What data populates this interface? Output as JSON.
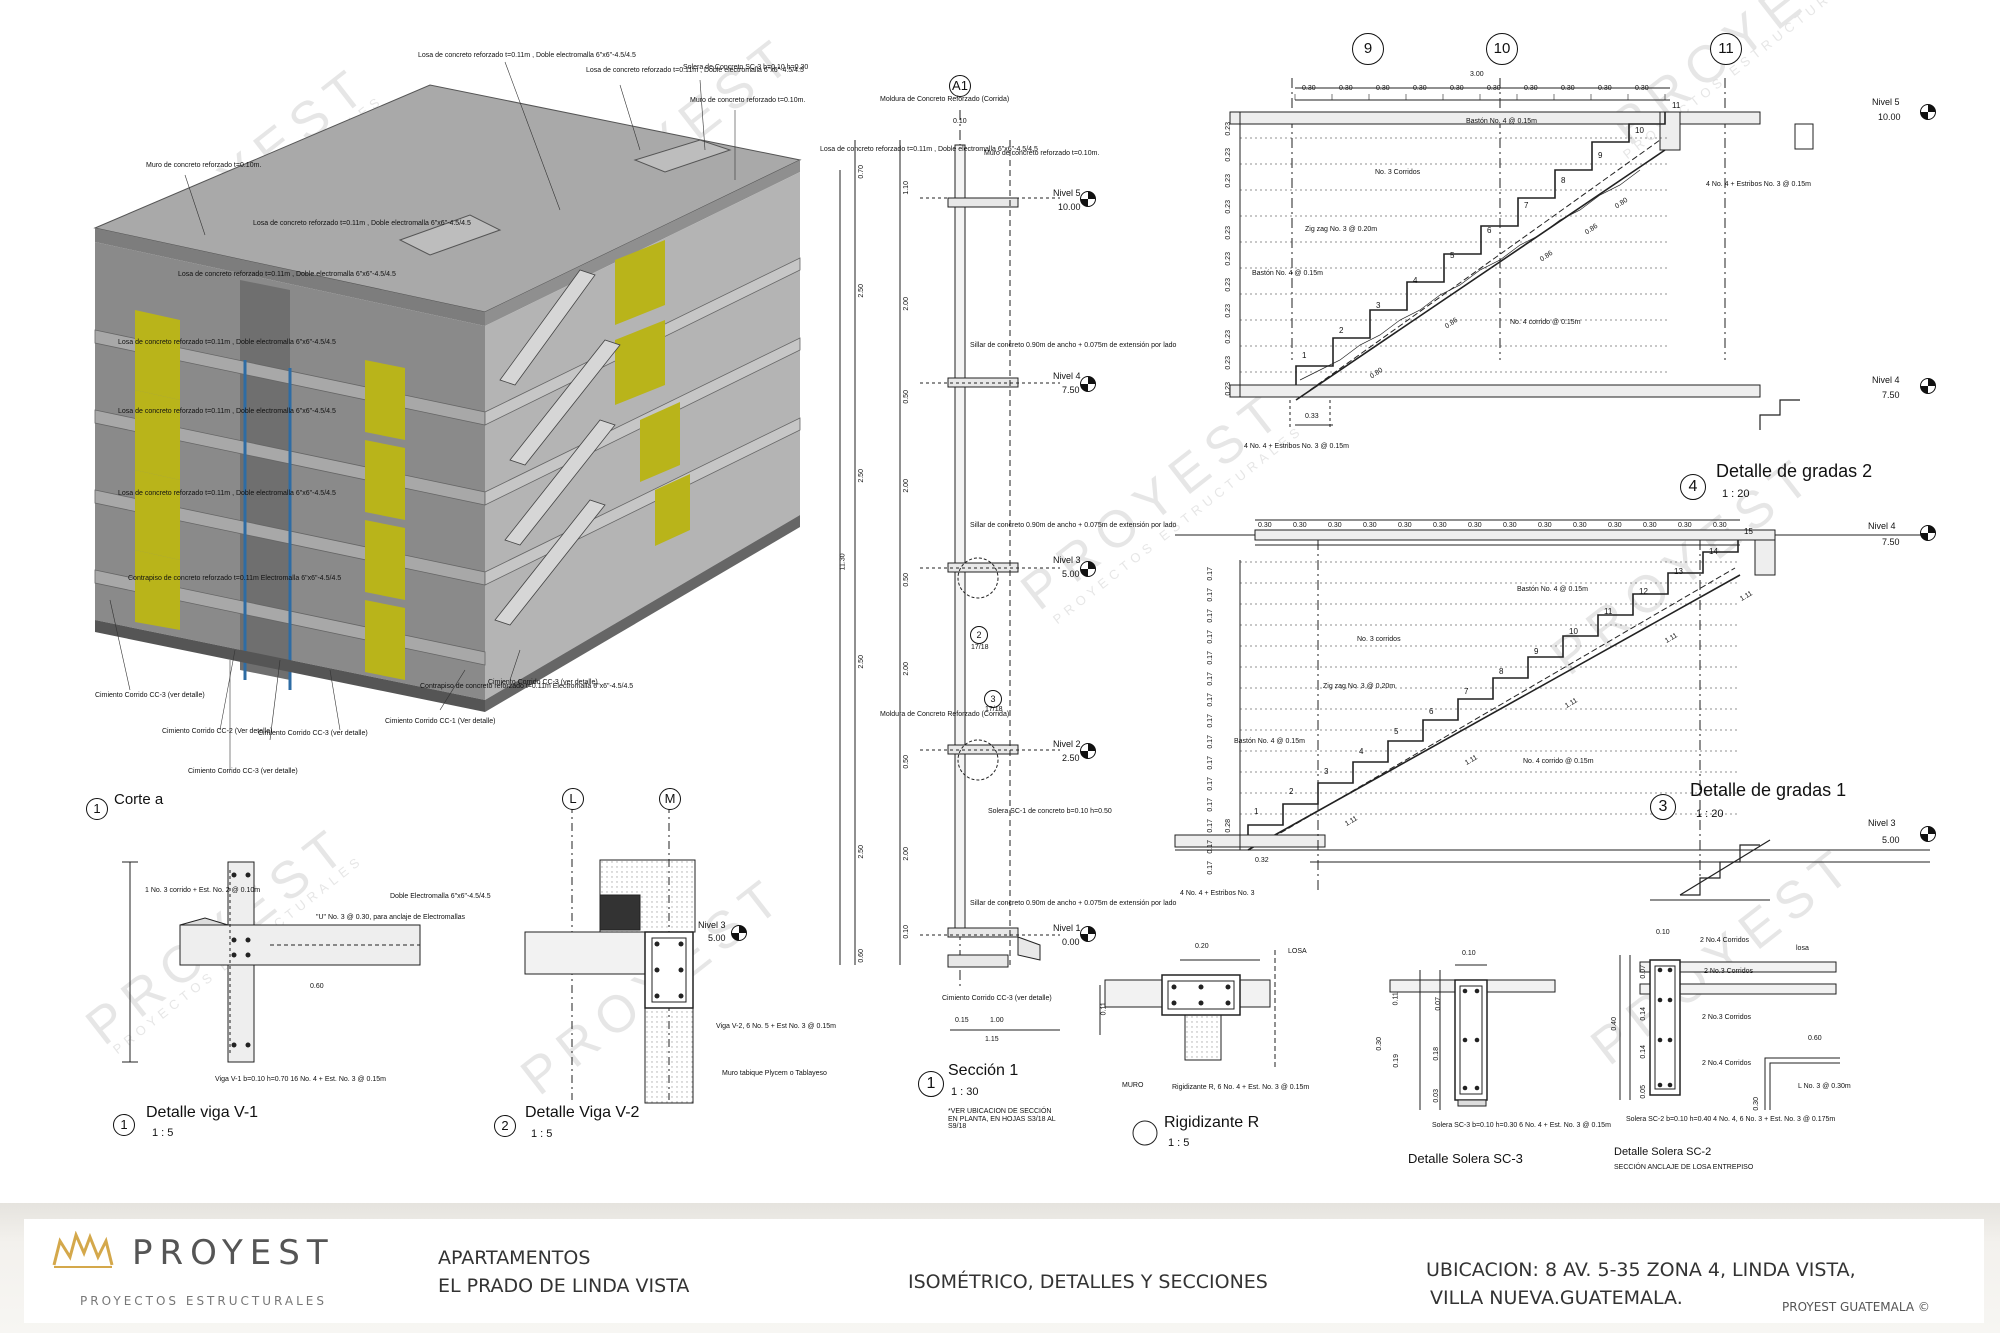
{
  "watermark": {
    "brand": "PROYEST",
    "tagline": "PROYECTOS ESTRUCTURALES"
  },
  "colors": {
    "wall_accent": "#b9b41a",
    "concrete": "#9b9b9b",
    "logo_gold": "#d4a84b",
    "footer_bg": "#ecebe7"
  },
  "isometric": {
    "labels": [
      "Losa de concreto reforzado t=0.11m , Doble electromalla 6\"x6\"-4.5/4.5",
      "Losa de concreto reforzado t=0.11m , Doble electromalla 6\"x6\"-4.5/4.5",
      "Solera de Concreto SC-3 b=0.10 h=0.30",
      "Muro de concreto reforzado t=0.10m.",
      "Muro de concreto reforzado t=0.10m.",
      "Losa de concreto reforzado t=0.11m , Doble electromalla 6\"x6\"-4.5/4.5",
      "Losa de concreto reforzado t=0.11m , Doble electromalla 6\"x6\"-4.5/4.5",
      "Losa de concreto reforzado t=0.11m , Doble electromalla 6\"x6\"-4.5/4.5",
      "Losa de concreto reforzado t=0.11m , Doble electromalla 6\"x6\"-4.5/4.5",
      "Losa de concreto reforzado t=0.11m , Doble electromalla 6\"x6\"-4.5/4.5",
      "Losa de concreto reforzado t=0.11m , Doble electromalla 6\"x6\"-4.5/4.5",
      "Contrapiso de concreto reforzado t=0.11m Electromalla 6\"x6\"-4.5/4.5",
      "Cimiento Corrido CC-3 (ver detalle)",
      "Cimiento Corrido CC-2 (Ver detalle)",
      "Cimiento Corrido CC-3 (ver detalle)",
      "Cimiento Corrido CC-3 (ver detalle)",
      "Contrapiso de concreto reforzado t=0.11m Electromalla 6\"x6\"-4.5/4.5",
      "Cimiento Corrido CC-1 (Ver detalle)",
      "Cimiento Corrido CC-3 (ver detalle)"
    ]
  },
  "corte_a": {
    "num": "1",
    "title": "Corte a"
  },
  "viga_v1": {
    "num": "1",
    "title": "Detalle viga V-1",
    "scale": "1 : 5",
    "notes": [
      "1 No. 3 corrido + Est. No. 2 @ 0.10m",
      "\"U\" No. 3 @ 0.30, para anclaje de Electromallas",
      "Doble Electromalla 6\"x6\"-4.5/4.5",
      "0.60",
      "Viga V-1 b=0.10 h=0.70 16 No. 4 + Est. No. 3 @ 0.15m"
    ]
  },
  "viga_v2": {
    "num": "2",
    "title": "Detalle Viga V-2",
    "scale": "1 : 5",
    "grid": [
      "L",
      "M"
    ],
    "nivel": "Nivel 3",
    "nivel_val": "5.00",
    "notes": [
      "Viga V-2, 6 No. 5 + Est No. 3 @ 0.15m",
      "Muro tabique Plycem o Tablayeso"
    ]
  },
  "seccion1": {
    "num": "1",
    "title": "Sección 1",
    "scale": "1 : 30",
    "grid": "A1",
    "note": "*VER UBICACION DE SECCIÓN EN PLANTA, EN HOJAS S3/18 AL S9/18",
    "levels": [
      {
        "name": "Nivel 5",
        "val": "10.00"
      },
      {
        "name": "Nivel 4",
        "val": "7.50"
      },
      {
        "name": "Nivel 3",
        "val": "5.00"
      },
      {
        "name": "Nivel 2",
        "val": "2.50"
      },
      {
        "name": "Nivel 1",
        "val": "0.00"
      }
    ],
    "dims": [
      "0.10",
      "0.70",
      "1.10",
      "2.00",
      "0.50",
      "2.50",
      "2.00",
      "0.50",
      "2.50",
      "2.00",
      "0.50",
      "2.50",
      "2.00",
      "0.10",
      "0.60",
      "11.30",
      "0.15",
      "1.00",
      "1.15",
      "0.10",
      "2.50"
    ],
    "notes": [
      "Moldura de Concreto Reforzado (Corrida)",
      "Muro de concreto reforzado t=0.10m.",
      "Sillar de concreto 0.90m de ancho + 0.075m de extensión por lado",
      "Sillar de concreto 0.90m de ancho + 0.075m de extensión por lado",
      "Moldura de Concreto Reforzado (Corrida)",
      "Solera SC-1 de concreto b=0.10 h=0.50",
      "Sillar de concreto 0.90m de ancho + 0.075m de extensión por lado",
      "Cimiento Corrido CC-3 (ver detalle)",
      "Losa de concreto reforzado t=0.11m , Doble electromalla 6\"x6\"-4.5/4.5"
    ],
    "callouts": [
      {
        "n": "2",
        "s": "17/18"
      },
      {
        "n": "3",
        "s": "17/18"
      }
    ]
  },
  "gradas2": {
    "num": "4",
    "title": "Detalle de gradas 2",
    "scale": "1 : 20",
    "grid": [
      "9",
      "10",
      "11"
    ],
    "total": "3.00",
    "spacing": [
      "0.30",
      "0.30",
      "0.30",
      "0.30",
      "0.30",
      "0.30",
      "0.30",
      "0.30",
      "0.30",
      "0.30"
    ],
    "risers": [
      "0.23",
      "0.23",
      "0.23",
      "0.23",
      "0.23",
      "0.23",
      "0.23",
      "0.23",
      "0.23",
      "0.23",
      "0.23"
    ],
    "levels": [
      {
        "name": "Nivel 5",
        "val": "10.00"
      },
      {
        "name": "Nivel 4",
        "val": "7.50"
      }
    ],
    "steps": [
      "1",
      "2",
      "3",
      "4",
      "5",
      "6",
      "7",
      "8",
      "9",
      "10",
      "11"
    ],
    "notes": [
      "Bastón No. 4 @ 0.15m",
      "No. 3 Corridos",
      "Zig zag No. 3 @ 0.20m",
      "Bastón No. 4 @ 0.15m",
      "No. 4 corrido @ 0.15m",
      "4 No. 4 + Estribos No. 3 @ 0.15m",
      "4 No. 4 + Estribos No. 3 @ 0.15m",
      "0.33",
      "0.80",
      "0.86",
      "0.86",
      "0.86",
      "0.80"
    ]
  },
  "gradas1": {
    "num": "3",
    "title": "Detalle de gradas 1",
    "scale": "1 : 20",
    "spacing": [
      "0.30",
      "0.30",
      "0.30",
      "0.30",
      "0.30",
      "0.30",
      "0.30",
      "0.30",
      "0.30",
      "0.30",
      "0.30",
      "0.30",
      "0.30",
      "0.30"
    ],
    "risers": [
      "0.17",
      "0.17",
      "0.17",
      "0.17",
      "0.17",
      "0.17",
      "0.17",
      "0.17",
      "0.17",
      "0.17",
      "0.17",
      "0.17",
      "0.17",
      "0.17",
      "0.17"
    ],
    "levels": [
      {
        "name": "Nivel 4",
        "val": "7.50"
      },
      {
        "name": "Nivel 3",
        "val": "5.00"
      }
    ],
    "steps": [
      "1",
      "2",
      "3",
      "4",
      "5",
      "6",
      "7",
      "8",
      "9",
      "10",
      "11",
      "12",
      "13",
      "14",
      "15"
    ],
    "notes": [
      "Bastón No. 4 @ 0.15m",
      "No. 3 corridos",
      "Zig zag No. 3 @ 0.20m",
      "Bastón No. 4 @ 0.15m",
      "No. 4 corrido @ 0.15m",
      "4 No. 4 + Estribos No. 3",
      "0.28",
      "0.32",
      "1.11",
      "1.11",
      "1.11",
      "1.11",
      "1.11"
    ]
  },
  "rigidizante": {
    "title": "Rigidizante R",
    "scale": "1 : 5",
    "notes": [
      "0.20",
      "LOSA",
      "0.11",
      "MURO",
      "Rigidizante R, 6 No. 4 + Est. No. 3 @ 0.15m"
    ]
  },
  "solera_sc3": {
    "title": "Detalle Solera SC-3",
    "notes": [
      "0.10",
      "0.11",
      "0.07",
      "0.30",
      "0.19",
      "0.18",
      "0.03",
      "Solera SC-3 b=0.10 h=0.30 6 No. 4 + Est. No. 3 @ 0.15m"
    ]
  },
  "solera_sc2": {
    "title": "Detalle Solera SC-2",
    "subtitle": "SECCIÓN ANCLAJE DE LOSA ENTREPISO",
    "notes": [
      "0.10",
      "losa",
      "2 No.4 Corridos",
      "2 No.3 Corridos",
      "2 No.3 Corridos",
      "2 No.4 Corridos",
      "0.40",
      "0.60",
      "0.30",
      "L No. 3 @ 0.30m",
      "Solera SC-2 b=0.10 h=0.40 4 No. 4, 6 No. 3 + Est. No. 3 @ 0.175m",
      "0.07",
      "0.14",
      "0.14",
      "0.05"
    ]
  },
  "footer": {
    "logo": "PROYEST",
    "logo_sub": "PROYECTOS ESTRUCTURALES",
    "project_line1": "APARTAMENTOS",
    "project_line2": "EL PRADO DE LINDA VISTA",
    "sheet_title": "ISOMÉTRICO, DETALLES Y SECCIONES",
    "location_line1": "UBICACION: 8 AV. 5-35 ZONA 4, LINDA VISTA,",
    "location_line2": "VILLA NUEVA.GUATEMALA.",
    "copyright": "PROYEST GUATEMALA ©"
  }
}
